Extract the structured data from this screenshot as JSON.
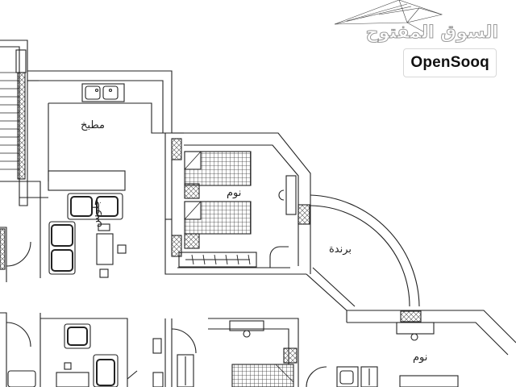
{
  "watermark": {
    "arabic": "السوق المفتوح",
    "brand": "OpenSooq"
  },
  "rooms": {
    "kitchen": "مطبخ",
    "bedroom_1": "نوم",
    "living": "جلوس",
    "balcony": "برندة",
    "bedroom_2": "نوم"
  }
}
